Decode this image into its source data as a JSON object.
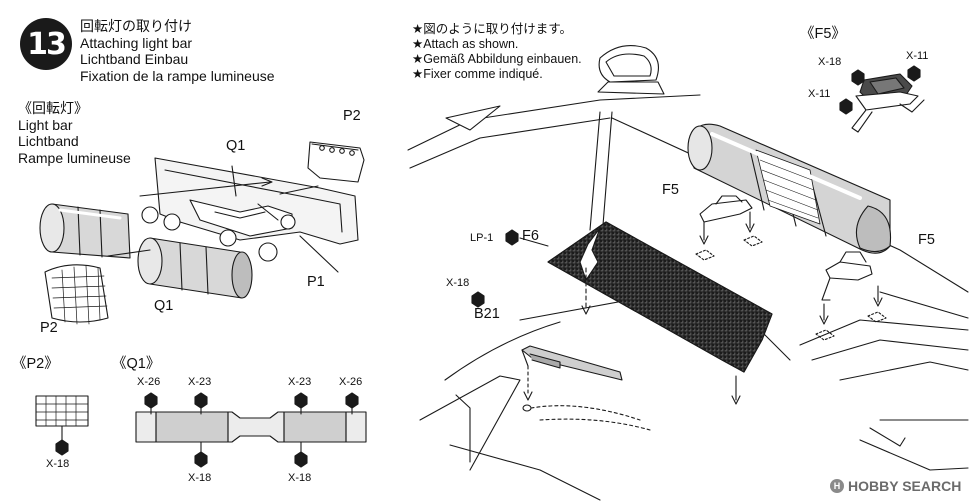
{
  "step": {
    "number": "13",
    "title_jp": "回転灯の取り付け",
    "title_en": "Attaching light bar",
    "title_de": "Lichtband Einbau",
    "title_fr": "Fixation de la rampe lumineuse"
  },
  "lightbar": {
    "heading_jp": "《回転灯》",
    "name_en": "Light bar",
    "name_de": "Lichtband",
    "name_fr": "Rampe lumineuse"
  },
  "notes": [
    "★図のように取り付けます。",
    "★Attach as shown.",
    "★Gemäß Abbildung einbauen.",
    "★Fixer comme indiqué."
  ],
  "parts": {
    "p2_top": "P2",
    "q1_top": "Q1",
    "p1": "P1",
    "q1_bottom": "Q1",
    "p2_left": "P2",
    "f5_upper": "F5",
    "f5_right": "F5",
    "f6": "F6",
    "lp1": "LP-1",
    "x18_car": "X-18",
    "b21": "B21"
  },
  "f5_detail": {
    "heading": "《F5》",
    "x18": "X-18",
    "x11_top": "X-11",
    "x11_left": "X-11"
  },
  "p2_detail": {
    "heading": "《P2》",
    "x18": "X-18"
  },
  "q1_detail": {
    "heading": "《Q1》",
    "x26_left": "X-26",
    "x23_left": "X-23",
    "x23_right": "X-23",
    "x26_right": "X-26",
    "x18_left": "X-18",
    "x18_right": "X-18"
  },
  "watermark": {
    "text": "HOBBY SEARCH",
    "logo": "H"
  }
}
